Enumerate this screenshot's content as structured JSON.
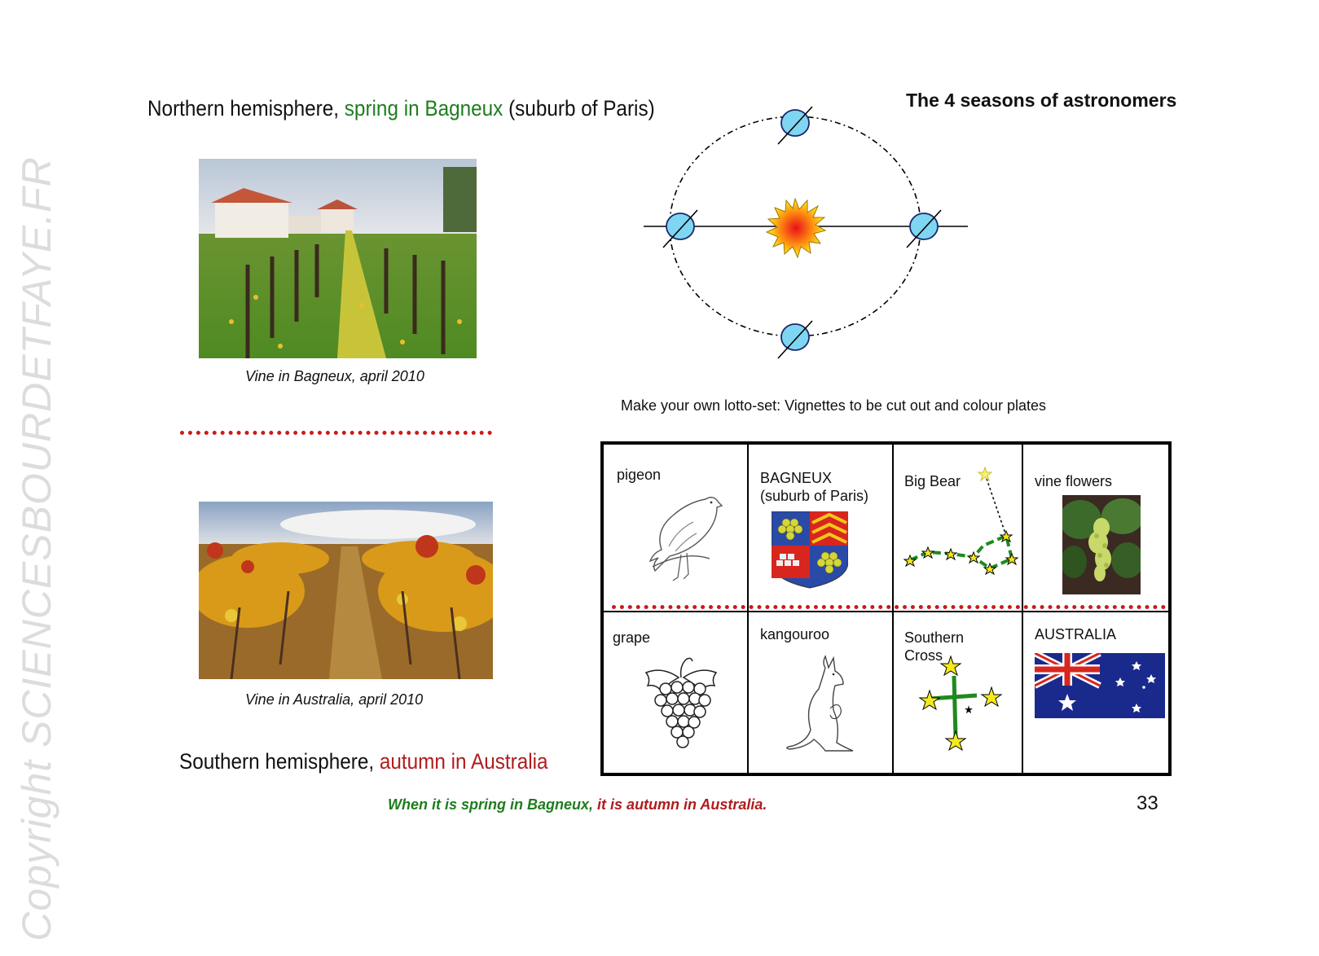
{
  "watermark": "Copyright SCIENCESBOURDETFAYE.FR",
  "north_heading": {
    "part1": "Northern hemisphere,  ",
    "part2": "spring in Bagneux",
    "part3": " (suburb of Paris)"
  },
  "title": "The 4 seasons of astronomers",
  "photo_north_caption": "Vine in Bagneux, april 2010",
  "photo_south_caption": "Vine in  Australia, april 2010",
  "south_heading": {
    "part1": "Southern hemisphere, ",
    "part2": "autumn in Australia"
  },
  "lotto_note": "Make your own lotto-set: Vignettes to be cut out and colour plates",
  "lotto_cells": [
    {
      "label": "pigeon",
      "icon": "pigeon-icon"
    },
    {
      "label": "BAGNEUX\n(suburb of Paris)",
      "icon": "coat-of-arms-icon"
    },
    {
      "label": "Big Bear",
      "icon": "big-dipper-icon"
    },
    {
      "label": "vine flowers",
      "icon": "vine-flowers-icon"
    },
    {
      "label": "grape",
      "icon": "grape-icon"
    },
    {
      "label": "kangouroo",
      "icon": "kangaroo-icon"
    },
    {
      "label": "Southern\nCross",
      "icon": "southern-cross-icon"
    },
    {
      "label": "AUSTRALIA",
      "icon": "australian-flag-icon"
    }
  ],
  "footer": {
    "part1": "When it is spring in Bagneux",
    "part2": ", ",
    "part3": "it is autumn in Australia."
  },
  "page_number": "33",
  "colors": {
    "spring_green": "#1e7d1e",
    "autumn_red": "#b01c1c",
    "cut_line_red": "#cc1a1a"
  }
}
